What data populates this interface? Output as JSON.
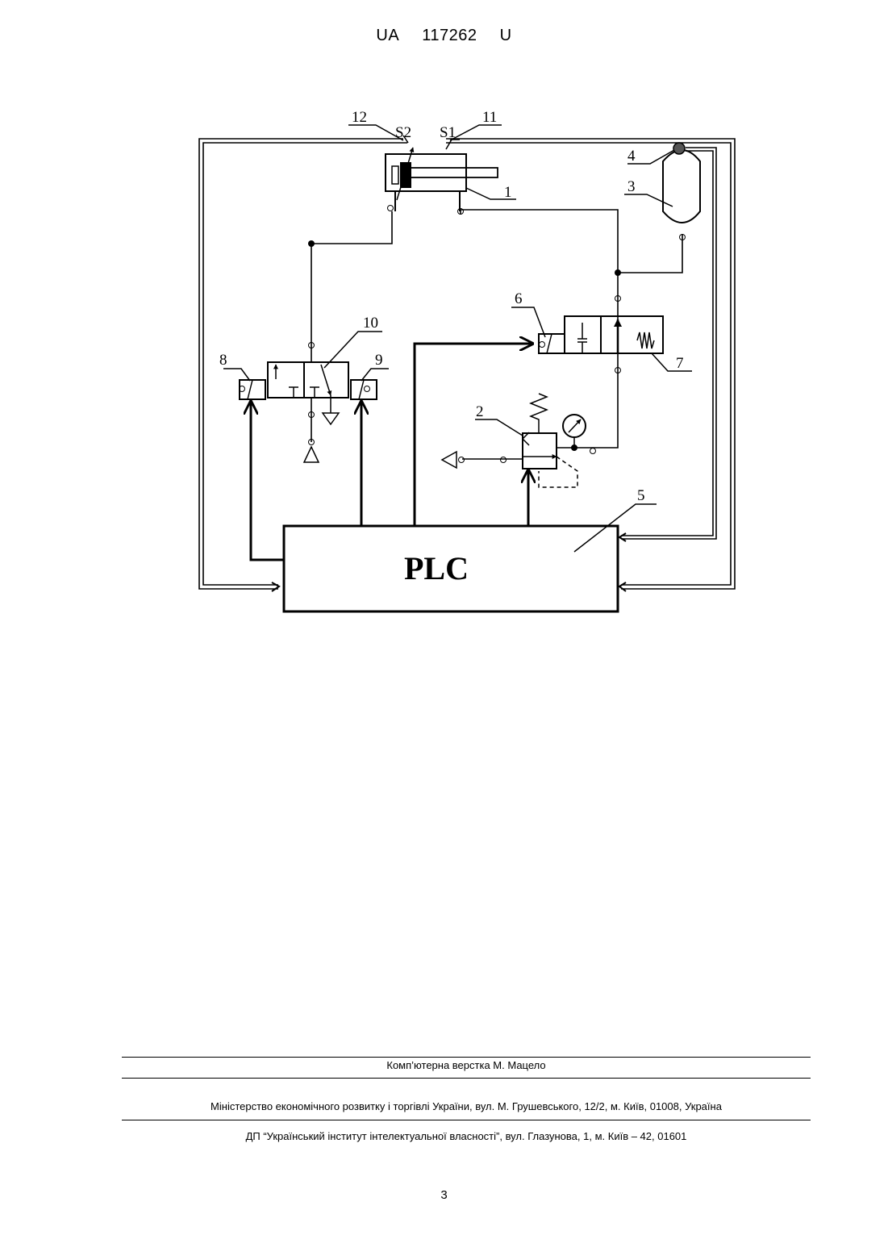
{
  "header": {
    "office": "UA",
    "number": "117262",
    "kind": "U"
  },
  "diagram": {
    "controller": "PLC",
    "labels": {
      "n1": "1",
      "n2": "2",
      "n3": "3",
      "n4": "4",
      "n5": "5",
      "n6": "6",
      "n7": "7",
      "n8": "8",
      "n9": "9",
      "n10": "10",
      "n11": "11",
      "n12": "12",
      "s1": "S1",
      "s2": "S2"
    }
  },
  "footer": {
    "layout_credit": "Комп’ютерна верстка М. Мацело",
    "ministry": "Міністерство економічного розвитку і торгівлі України, вул. М. Грушевського, 12/2, м. Київ, 01008, Україна",
    "institute": "ДП “Український інститут інтелектуальної власності”, вул. Глазунова, 1, м. Київ – 42, 01601"
  },
  "page_number": "3"
}
